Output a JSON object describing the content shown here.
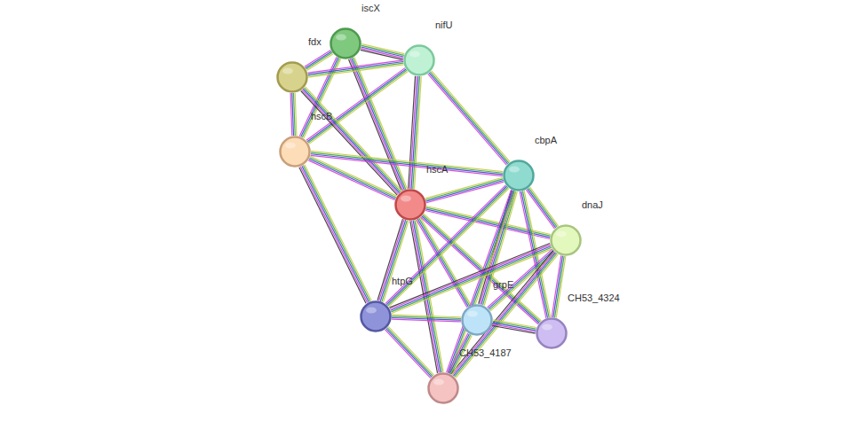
{
  "diagram": {
    "nodes": [
      {
        "text": [
          "iscX"
        ]
      },
      {
        "text": [
          "nifU"
        ]
      },
      {
        "text": [
          "fdx"
        ]
      },
      {
        "text": [
          "hscB"
        ]
      },
      {
        "text": [
          "cbpA"
        ]
      },
      {
        "text": [
          "hscA"
        ]
      },
      {
        "text": [
          "dnaJ"
        ]
      },
      {
        "text": [
          "htpG"
        ]
      },
      {
        "text": [
          "grpE"
        ]
      },
      {
        "text": [
          "CH53_4324"
        ]
      },
      {
        "text": [
          "CH53_4187"
        ]
      }
    ],
    "edges": [
      {
        "from": 0,
        "to": 1,
        "arrow": "none"
      },
      {
        "from": 0,
        "to": 2,
        "arrow": "none"
      },
      {
        "from": 0,
        "to": 3,
        "arrow": "none"
      },
      {
        "from": 0,
        "to": 5,
        "arrow": "none"
      },
      {
        "from": 1,
        "to": 2,
        "arrow": "none"
      },
      {
        "from": 1,
        "to": 3,
        "arrow": "none"
      },
      {
        "from": 1,
        "to": 5,
        "arrow": "none"
      },
      {
        "from": 1,
        "to": 4,
        "arrow": "none"
      },
      {
        "from": 2,
        "to": 3,
        "arrow": "none"
      },
      {
        "from": 2,
        "to": 5,
        "arrow": "none"
      },
      {
        "from": 3,
        "to": 5,
        "arrow": "none"
      },
      {
        "from": 3,
        "to": 4,
        "arrow": "none"
      },
      {
        "from": 3,
        "to": 7,
        "arrow": "none"
      },
      {
        "from": 5,
        "to": 4,
        "arrow": "none"
      },
      {
        "from": 5,
        "to": 6,
        "arrow": "none"
      },
      {
        "from": 5,
        "to": 7,
        "arrow": "none"
      },
      {
        "from": 5,
        "to": 8,
        "arrow": "none"
      },
      {
        "from": 5,
        "to": 9,
        "arrow": "none"
      },
      {
        "from": 5,
        "to": 10,
        "arrow": "none"
      },
      {
        "from": 4,
        "to": 6,
        "arrow": "none"
      },
      {
        "from": 4,
        "to": 7,
        "arrow": "none"
      },
      {
        "from": 4,
        "to": 8,
        "arrow": "none"
      },
      {
        "from": 4,
        "to": 9,
        "arrow": "none"
      },
      {
        "from": 4,
        "to": 10,
        "arrow": "none"
      },
      {
        "from": 6,
        "to": 7,
        "arrow": "none"
      },
      {
        "from": 6,
        "to": 8,
        "arrow": "none"
      },
      {
        "from": 6,
        "to": 9,
        "arrow": "none"
      },
      {
        "from": 6,
        "to": 10,
        "arrow": "none"
      },
      {
        "from": 7,
        "to": 8,
        "arrow": "none"
      },
      {
        "from": 7,
        "to": 10,
        "arrow": "none"
      },
      {
        "from": 8,
        "to": 9,
        "arrow": "none"
      },
      {
        "from": 8,
        "to": 10,
        "arrow": "none"
      }
    ]
  }
}
